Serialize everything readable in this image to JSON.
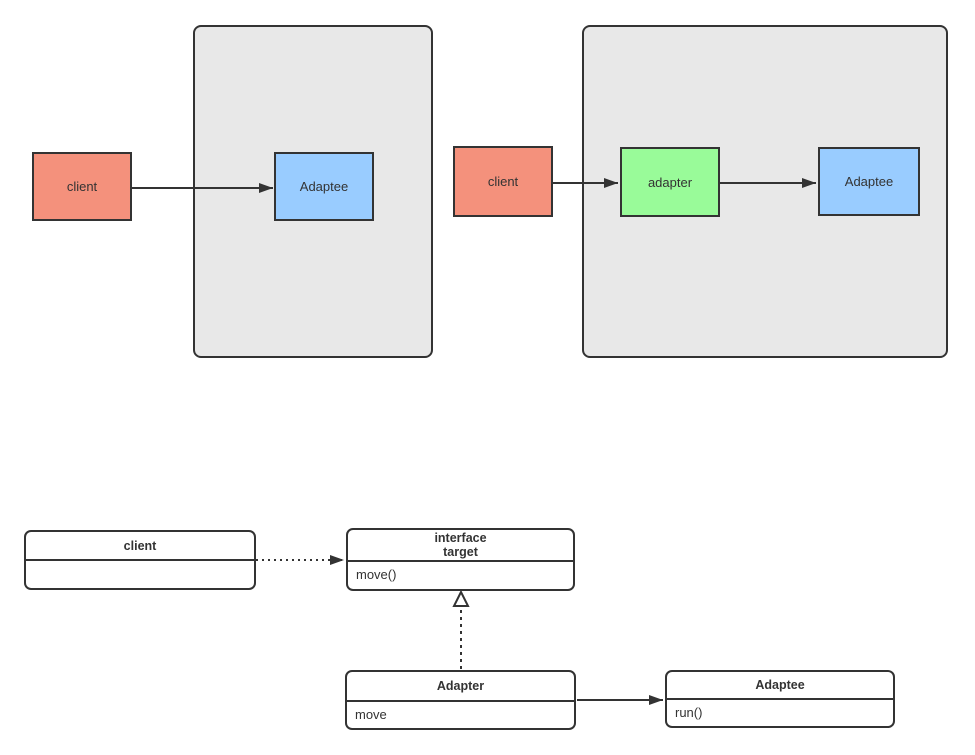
{
  "top_left": {
    "client": "client",
    "adaptee": "Adaptee"
  },
  "top_right": {
    "client": "client",
    "adapter": "adapter",
    "adaptee": "Adaptee"
  },
  "uml": {
    "client": {
      "name": "client"
    },
    "target": {
      "stereotype": "interface",
      "name": "target",
      "method": "move()"
    },
    "adapter": {
      "name": "Adapter",
      "method": "move"
    },
    "adaptee": {
      "name": "Adaptee",
      "method": "run()"
    }
  },
  "colors": {
    "salmon": "#F4917C",
    "green": "#99FB99",
    "blue": "#99CCFF",
    "container-fill": "#E8E8E8",
    "class-fill": "#FFFFFF",
    "stroke": "#333333",
    "text": "#333333"
  }
}
